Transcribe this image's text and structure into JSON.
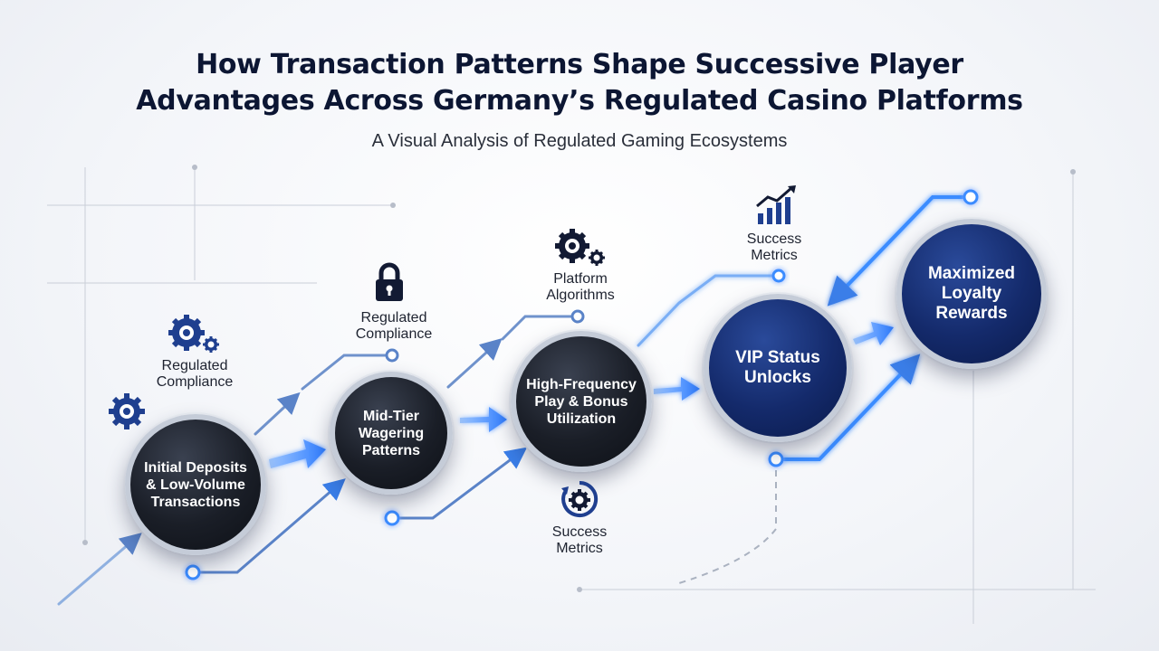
{
  "title_line1": "How Transaction Patterns Shape Successive Player",
  "title_line2": "Advantages Across Germany’s Regulated Casino Platforms",
  "subtitle": "A Visual Analysis of Regulated Gaming Ecosystems",
  "nodes": [
    {
      "label": "Initial Deposits\n& Low-Volume\nTransactions"
    },
    {
      "label": "Mid-Tier\nWagering\nPatterns"
    },
    {
      "label": "High-Frequency\nPlay & Bonus\nUtilization"
    },
    {
      "label": "VIP Status\nUnlocks"
    },
    {
      "label": "Maximized\nLoyalty\nRewards"
    }
  ],
  "labels": {
    "regulated_compliance_1": "Regulated\nCompliance",
    "regulated_compliance_2": "Regulated\nCompliance",
    "platform_algorithms": "Platform\nAlgorithms",
    "success_metrics_top": "Success\nMetrics",
    "success_metrics_bottom": "Success\nMetrics"
  },
  "colors": {
    "accent_blue": "#3b8cff",
    "navy": "#142a6b",
    "dark_node": "#1a1e27",
    "title": "#0c1633"
  },
  "icons": [
    "gears-icon",
    "gear-icon",
    "lock-icon",
    "gears-icon",
    "bar-chart-trend-icon",
    "gear-refresh-icon"
  ]
}
